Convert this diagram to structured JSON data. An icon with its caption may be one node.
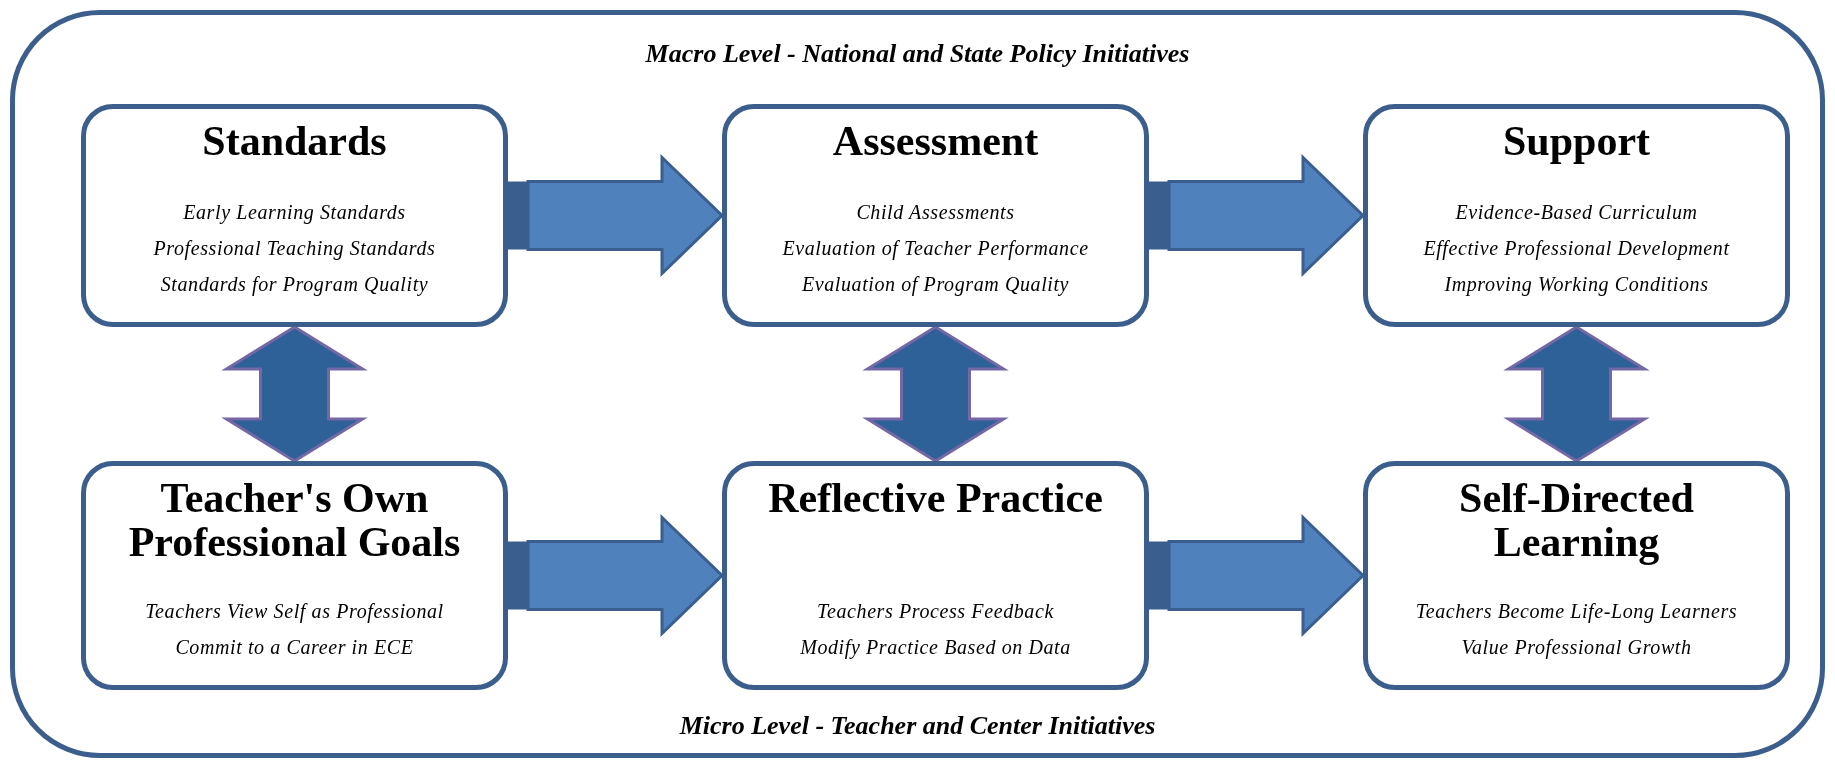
{
  "diagram": {
    "nodes": [
      {
        "text": [
          "Macro Level - National and State Policy Initiatives",
          "Micro Level - Teacher and Center Initiatives"
        ]
      },
      {
        "text": [
          "Standards",
          "Early Learning Standards",
          "Professional Teaching Standards",
          "Standards for Program Quality"
        ],
        "in": 0
      },
      {
        "text": [
          "Assessment",
          "Child Assessments",
          "Evaluation of Teacher Performance",
          "Evaluation of Program Quality"
        ],
        "in": 0
      },
      {
        "text": [
          "Support",
          "Evidence-Based Curriculum",
          "Effective Professional Development",
          "Improving Working Conditions"
        ],
        "in": 0
      },
      {
        "text": [
          "Teacher's Own Professional Goals",
          "Teachers View Self as Professional",
          "Commit to a Career in ECE"
        ],
        "in": 0
      },
      {
        "text": [
          "Reflective Practice",
          "Teachers Process Feedback",
          "Modify Practice Based on Data"
        ],
        "in": 0
      },
      {
        "text": [
          "Self-Directed Learning",
          "Teachers Become Life-Long Learners",
          "Value Professional Growth"
        ],
        "in": 0
      }
    ],
    "edges": [
      {
        "from": 1,
        "to": 2,
        "arrow": "to"
      },
      {
        "from": 2,
        "to": 3,
        "arrow": "to"
      },
      {
        "from": 1,
        "to": 4,
        "arrow": "both"
      },
      {
        "from": 2,
        "to": 5,
        "arrow": "both"
      },
      {
        "from": 3,
        "to": 6,
        "arrow": "both"
      },
      {
        "from": 4,
        "to": 5,
        "arrow": "to"
      },
      {
        "from": 5,
        "to": 6,
        "arrow": "to"
      }
    ]
  }
}
